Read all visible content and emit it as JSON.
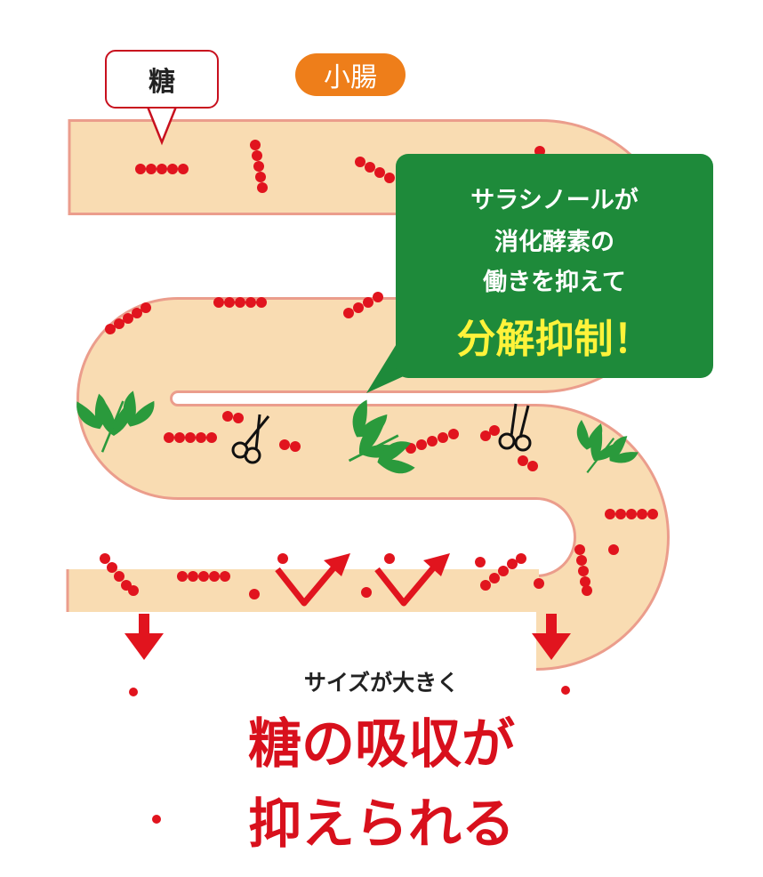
{
  "labels": {
    "sugar": "糖",
    "small_intestine": "小腸"
  },
  "callout": {
    "line1": "サラシノールが",
    "line2": "消化酵素の",
    "line3": "働きを抑えて",
    "headline": "分解抑制！"
  },
  "result": {
    "sub": "サイズが大きく",
    "line1": "糖の吸収が",
    "line2": "抑えられる"
  },
  "colors": {
    "intestine_fill": "#f9dcb2",
    "intestine_border": "#eb9d8c",
    "sugar_dot": "#e1141e",
    "callout_bg": "#1e8a3a",
    "headline_text": "#fff33a",
    "badge_bg": "#ee7e1a",
    "result_text": "#d8101c",
    "leaf": "#2a9a3c"
  },
  "icons": [
    "scissors-icon",
    "leaf-icon",
    "down-arrow-icon",
    "absorption-arrow-icon"
  ]
}
